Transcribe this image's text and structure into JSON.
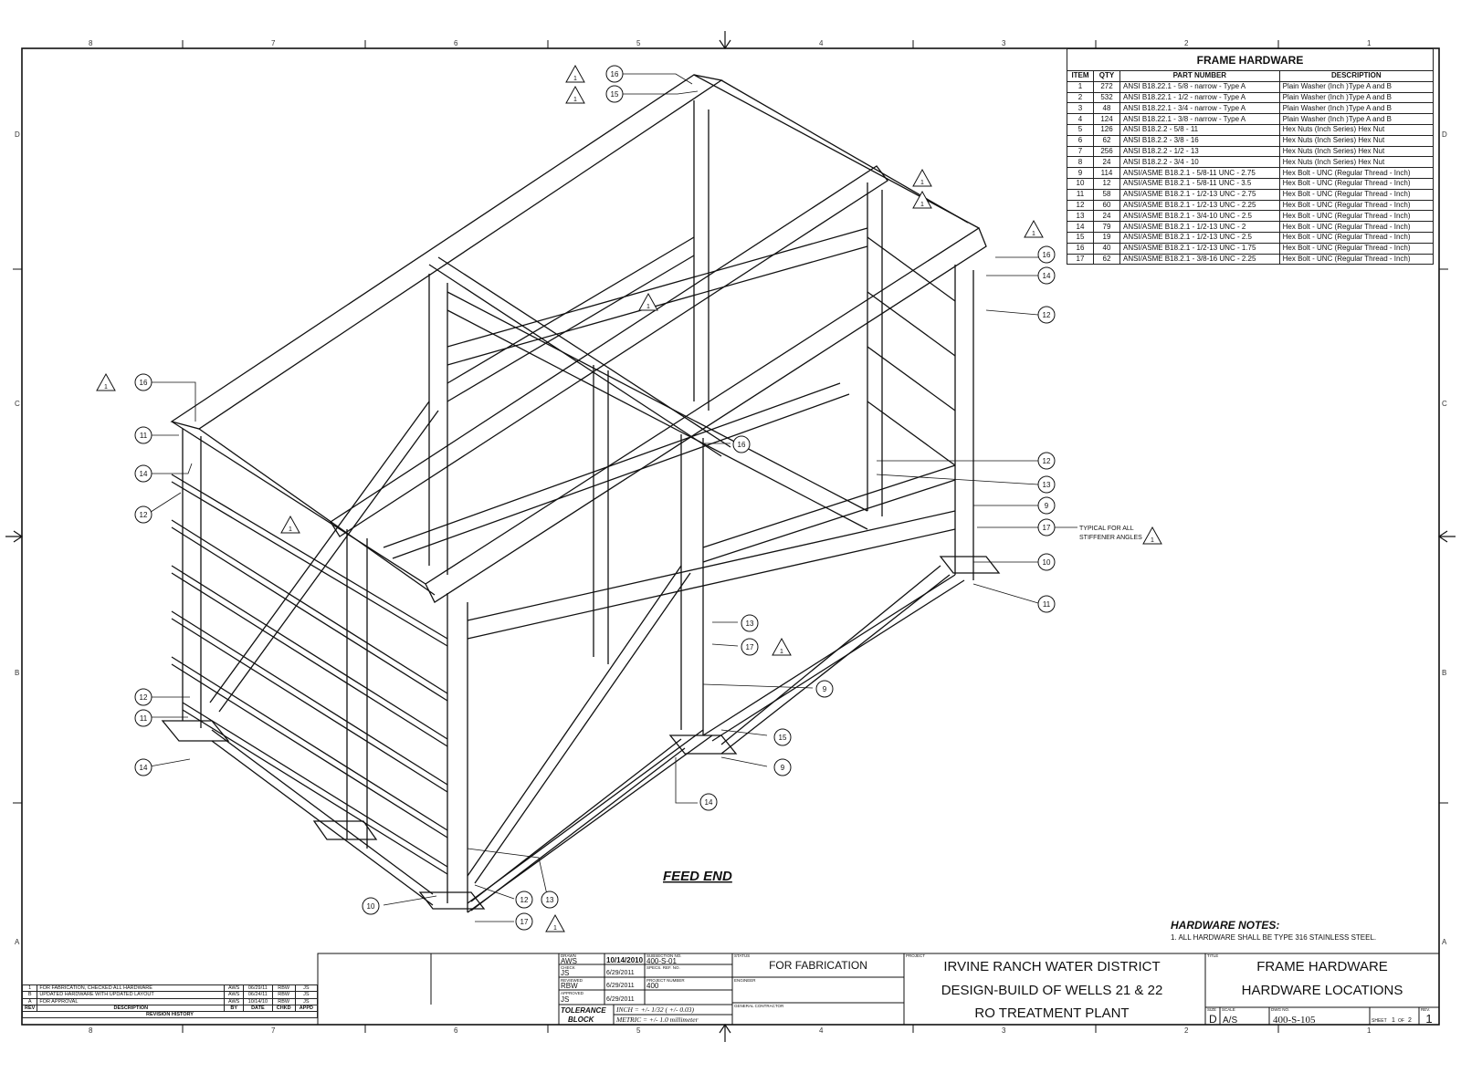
{
  "hardware_table": {
    "title": "FRAME HARDWARE",
    "headers": [
      "ITEM",
      "QTY",
      "PART NUMBER",
      "DESCRIPTION"
    ],
    "rows": [
      [
        "1",
        "272",
        "ANSI B18.22.1 - 5/8 - narrow - Type A",
        "Plain Washer (Inch )Type A and B"
      ],
      [
        "2",
        "532",
        "ANSI B18.22.1 - 1/2 - narrow - Type A",
        "Plain Washer (Inch )Type A and B"
      ],
      [
        "3",
        "48",
        "ANSI B18.22.1 - 3/4 - narrow - Type A",
        "Plain Washer (Inch )Type A and B"
      ],
      [
        "4",
        "124",
        "ANSI B18.22.1 - 3/8 - narrow - Type A",
        "Plain Washer (Inch )Type A and B"
      ],
      [
        "5",
        "126",
        "ANSI B18.2.2 - 5/8 - 11",
        "Hex Nuts (Inch Series) Hex Nut"
      ],
      [
        "6",
        "62",
        "ANSI B18.2.2 - 3/8 - 16",
        "Hex Nuts (Inch Series) Hex Nut"
      ],
      [
        "7",
        "256",
        "ANSI B18.2.2 - 1/2 - 13",
        "Hex Nuts (Inch Series) Hex Nut"
      ],
      [
        "8",
        "24",
        "ANSI B18.2.2 - 3/4 - 10",
        "Hex Nuts (Inch Series) Hex Nut"
      ],
      [
        "9",
        "114",
        "ANSI/ASME B18.2.1 - 5/8-11 UNC - 2.75",
        "Hex Bolt - UNC (Regular Thread - Inch)"
      ],
      [
        "10",
        "12",
        "ANSI/ASME B18.2.1 - 5/8-11 UNC - 3.5",
        "Hex Bolt - UNC (Regular Thread - Inch)"
      ],
      [
        "11",
        "58",
        "ANSI/ASME B18.2.1 - 1/2-13 UNC - 2.75",
        "Hex Bolt - UNC (Regular Thread - Inch)"
      ],
      [
        "12",
        "60",
        "ANSI/ASME B18.2.1 - 1/2-13 UNC - 2.25",
        "Hex Bolt - UNC (Regular Thread - Inch)"
      ],
      [
        "13",
        "24",
        "ANSI/ASME B18.2.1 - 3/4-10 UNC - 2.5",
        "Hex Bolt - UNC (Regular Thread - Inch)"
      ],
      [
        "14",
        "79",
        "ANSI/ASME B18.2.1 - 1/2-13 UNC - 2",
        "Hex Bolt - UNC (Regular Thread - Inch)"
      ],
      [
        "15",
        "19",
        "ANSI/ASME B18.2.1 - 1/2-13 UNC - 2.5",
        "Hex Bolt - UNC (Regular Thread - Inch)"
      ],
      [
        "16",
        "40",
        "ANSI/ASME B18.2.1 - 1/2-13 UNC - 1.75",
        "Hex Bolt - UNC (Regular Thread - Inch)"
      ],
      [
        "17",
        "62",
        "ANSI/ASME B18.2.1 - 3/8-16 UNC - 2.25",
        "Hex Bolt - UNC (Regular Thread - Inch)"
      ]
    ]
  },
  "border": {
    "columns": [
      "8",
      "7",
      "6",
      "5",
      "4",
      "3",
      "2",
      "1"
    ],
    "rows": [
      "D",
      "C",
      "B",
      "A"
    ]
  },
  "callouts": {
    "balloons": [
      "16",
      "15",
      "16",
      "11",
      "14",
      "12",
      "12",
      "11",
      "14",
      "16",
      "12",
      "13",
      "9",
      "17",
      "10",
      "11",
      "13",
      "17",
      "9",
      "15",
      "9",
      "14",
      "10",
      "12",
      "13",
      "17",
      "16",
      "14",
      "12"
    ],
    "revision_flag": "1",
    "typical_note_line1": "TYPICAL FOR ALL",
    "typical_note_line2": "STIFFENER ANGLES"
  },
  "feed_end_label": "FEED END",
  "notes": {
    "title": "HARDWARE NOTES:",
    "line1": "1. ALL HARDWARE SHALL BE TYPE 316 STAINLESS STEEL."
  },
  "revision_history": {
    "rows": [
      [
        "1",
        "FOR FABRICATION, CHECKED ALL HARDWARE",
        "AWS",
        "06/29/11",
        "RBW",
        "JS"
      ],
      [
        "B",
        "UPDATED HARDWARE WITH UPDATED LAYOUT",
        "AWS",
        "06/24/11",
        "RBW",
        "JS"
      ],
      [
        "A",
        "FOR APPROVAL",
        "AWS",
        "10/14/10",
        "RBW",
        "JS"
      ]
    ],
    "headers": [
      "REV",
      "DESCRIPTION",
      "BY",
      "DATE",
      "CHKD",
      "APPD"
    ],
    "title": "REVISION HISTORY"
  },
  "title_block": {
    "drawn_label": "DRAWN",
    "drawn_by": "AWS",
    "drawn_date": "10/14/2010",
    "checked_label": "CHECK",
    "checked_by": "JS",
    "checked_date": "6/29/2011",
    "reviewed_label": "REVIEWED",
    "reviewed_by": "RBW",
    "reviewed_date": "6/29/2011",
    "approved_label": "APPROVED",
    "approved_by": "JS",
    "approved_date": "6/29/2011",
    "subsection_label": "SUBSECTION NO.",
    "subsection": "400-S-01",
    "specs_label": "SPECS. REF. NO.",
    "project_number_label": "PROJECT NUMBER",
    "project_number": "400",
    "tolerance_label1": "TOLERANCE",
    "tolerance_label2": "BLOCK",
    "tolerance_inch": "INCH = +/- 1/32 ( +/- 0.03)",
    "tolerance_metric": "METRIC = +/- 1.0 millimeter",
    "status_label": "STATUS",
    "status": "FOR FABRICATION",
    "engineer_label": "ENGINEER",
    "contractor_label": "GENERAL CONTRACTOR",
    "project_label": "PROJECT",
    "project_line1": "IRVINE RANCH WATER DISTRICT",
    "project_line2": "DESIGN-BUILD OF WELLS 21 & 22",
    "project_line3": "RO TREATMENT PLANT",
    "title_label": "TITLE",
    "title_line1": "FRAME HARDWARE",
    "title_line2": "HARDWARE LOCATIONS",
    "size_label": "SIZE",
    "size": "D",
    "scale_label": "SCALE",
    "scale": "A/S",
    "dwg_label": "DWG NO.",
    "dwg_no": "400-S-105",
    "sheet_label": "SHEET",
    "sheet": "1",
    "of_label": "OF",
    "sheet_total": "2",
    "rev_label": "REV.",
    "rev": "1"
  }
}
